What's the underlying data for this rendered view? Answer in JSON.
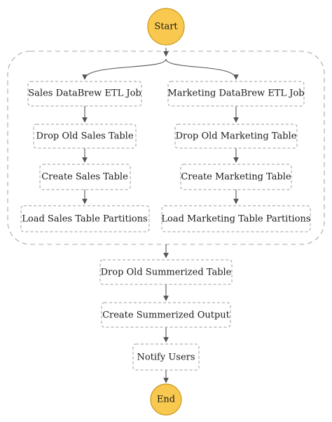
{
  "colors": {
    "terminal_fill": "#f9c94f",
    "terminal_stroke": "#c99a1a",
    "box_stroke": "#9e9e9e",
    "edge": "#555555",
    "group_stroke": "#a8a8a8"
  },
  "workflow": {
    "start": "Start",
    "end": "End",
    "parallel_branches": [
      {
        "steps": [
          "Sales DataBrew ETL Job",
          "Drop Old Sales Table",
          "Create Sales Table",
          "Load Sales Table Partitions"
        ]
      },
      {
        "steps": [
          "Marketing DataBrew ETL Job",
          "Drop Old Marketing Table",
          "Create Marketing Table",
          "Load Marketing Table Partitions"
        ]
      }
    ],
    "after_parallel": [
      "Drop Old Summerized Table",
      "Create Summerized Output",
      "Notify Users"
    ]
  }
}
